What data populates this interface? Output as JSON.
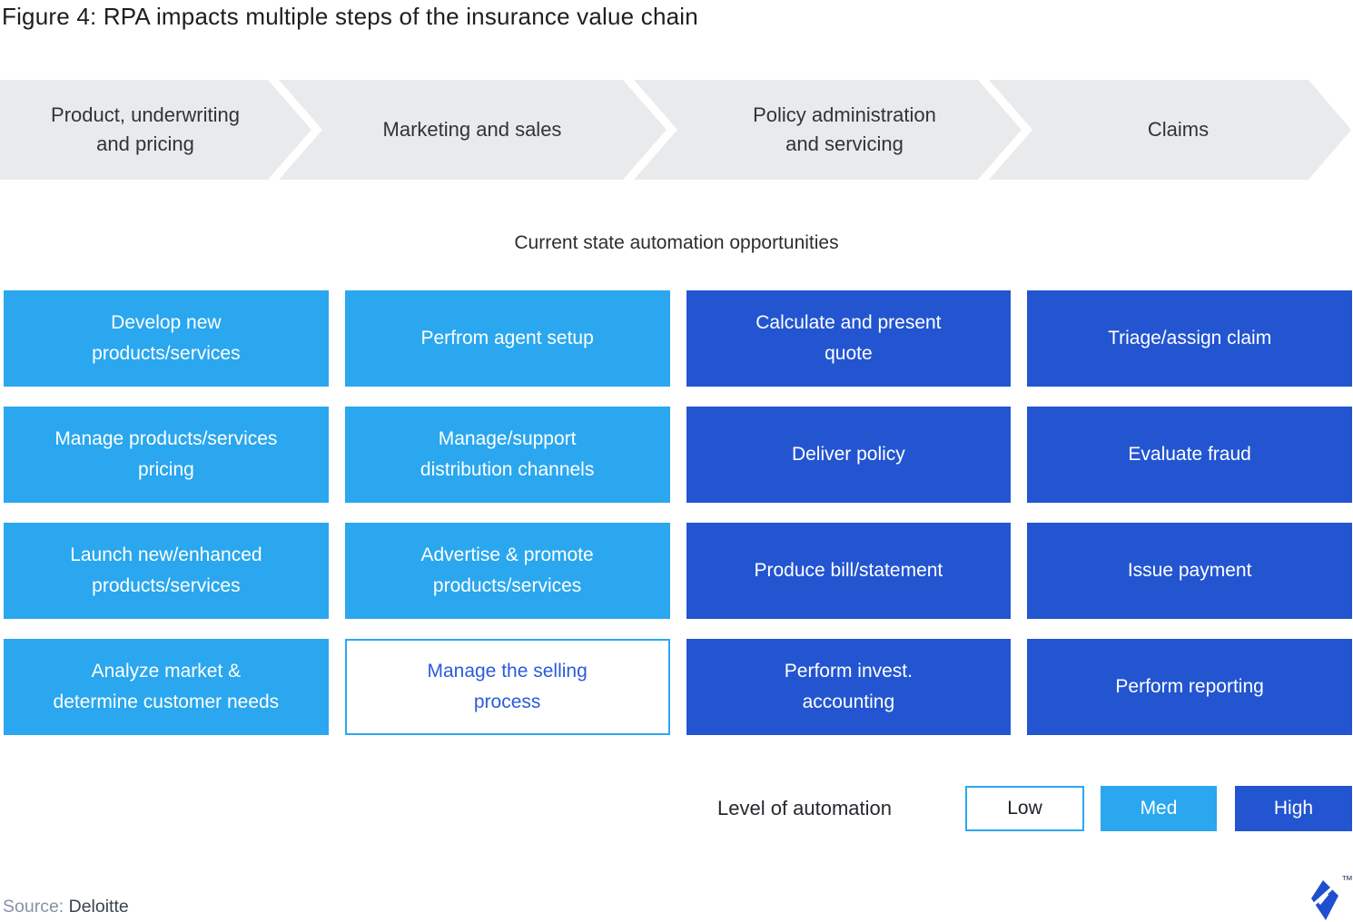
{
  "figure": {
    "title": "Figure 4: RPA impacts multiple steps of the insurance value chain",
    "subtitle": "Current state automation opportunities",
    "source_label": "Source:",
    "source_value": "Deloitte"
  },
  "stages": [
    {
      "label": "Product, underwriting\nand pricing"
    },
    {
      "label": "Marketing and sales"
    },
    {
      "label": "Policy administration\nand servicing"
    },
    {
      "label": "Claims"
    }
  ],
  "grid": {
    "columns": [
      {
        "stage": "Product, underwriting and pricing",
        "cells": [
          {
            "label": "Develop new\nproducts/services",
            "level": "Med"
          },
          {
            "label": "Manage products/services\npricing",
            "level": "Med"
          },
          {
            "label": "Launch new/enhanced\nproducts/services",
            "level": "Med"
          },
          {
            "label": "Analyze market &\ndetermine customer needs",
            "level": "Med"
          }
        ]
      },
      {
        "stage": "Marketing and sales",
        "cells": [
          {
            "label": "Perfrom agent setup",
            "level": "Med"
          },
          {
            "label": "Manage/support\ndistribution channels",
            "level": "Med"
          },
          {
            "label": "Advertise & promote\nproducts/services",
            "level": "Med"
          },
          {
            "label": "Manage the selling\nprocess",
            "level": "Low"
          }
        ]
      },
      {
        "stage": "Policy administration and servicing",
        "cells": [
          {
            "label": "Calculate and present\nquote",
            "level": "High"
          },
          {
            "label": "Deliver policy",
            "level": "High"
          },
          {
            "label": "Produce bill/statement",
            "level": "High"
          },
          {
            "label": "Perform invest.\naccounting",
            "level": "High"
          }
        ]
      },
      {
        "stage": "Claims",
        "cells": [
          {
            "label": "Triage/assign claim",
            "level": "High"
          },
          {
            "label": "Evaluate fraud",
            "level": "High"
          },
          {
            "label": "Issue payment",
            "level": "High"
          },
          {
            "label": "Perform reporting",
            "level": "High"
          }
        ]
      }
    ]
  },
  "legend": {
    "label": "Level of automation",
    "items": [
      {
        "label": "Low",
        "level": "Low"
      },
      {
        "label": "Med",
        "level": "Med"
      },
      {
        "label": "High",
        "level": "High"
      }
    ]
  },
  "brand": {
    "trademark": "™"
  },
  "colors": {
    "medium_blue": "#2AA7EE",
    "high_blue": "#2355D1",
    "low_border_blue": "#2BA8F0",
    "low_text_blue": "#2B5CD9",
    "band_gray": "#E9EAEB",
    "brand_blue": "#204ECF"
  }
}
